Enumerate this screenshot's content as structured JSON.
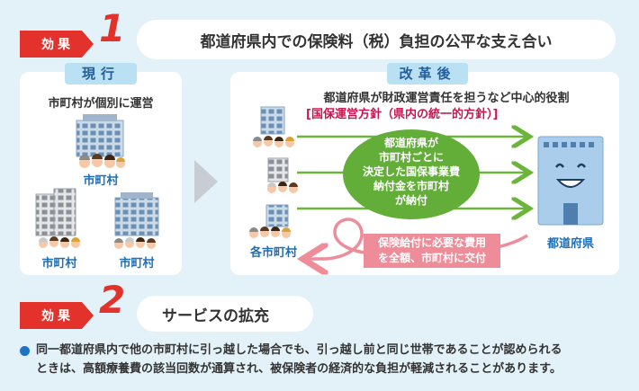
{
  "effect1": {
    "tag": "効果",
    "number": "1",
    "title": "都道府県内での保険料（税）負担の公平な支え合い"
  },
  "current": {
    "tab": "現行",
    "heading": "市町村が個別に運営",
    "muni_label": "市町村"
  },
  "reform": {
    "tab": "改革後",
    "heading": "都道府県が財政運営責任を担うなど中心的役割",
    "subheading": "[国保運営方針（県内の統一的方針）]",
    "center_lines": [
      "都道府県が",
      "市町村ごとに",
      "決定した国保事業費",
      "納付金を市町村",
      "が納付"
    ],
    "return_lines": [
      "保険給付に必要な費用",
      "を全額、市町村に交付"
    ],
    "left_label": "各市町村",
    "right_label": "都道府県"
  },
  "effect2": {
    "tag": "効果",
    "number": "2",
    "title": "サービスの拡充"
  },
  "note": {
    "line1": "同一都道府県内で他の市町村に引っ越した場合でも、引っ越し前と同じ世帯であることが認められる",
    "line2": "ときは、高額療養費の該当回数が通算され、被保険者の経済的な負担が軽減されることがあります。"
  },
  "colors": {
    "accent_red": "#e2322b",
    "green_arrow": "#6ab53a",
    "pink_arrow": "#ee8c9a",
    "blue_label": "#1f6fb8",
    "bg": "#e3f1f8"
  }
}
